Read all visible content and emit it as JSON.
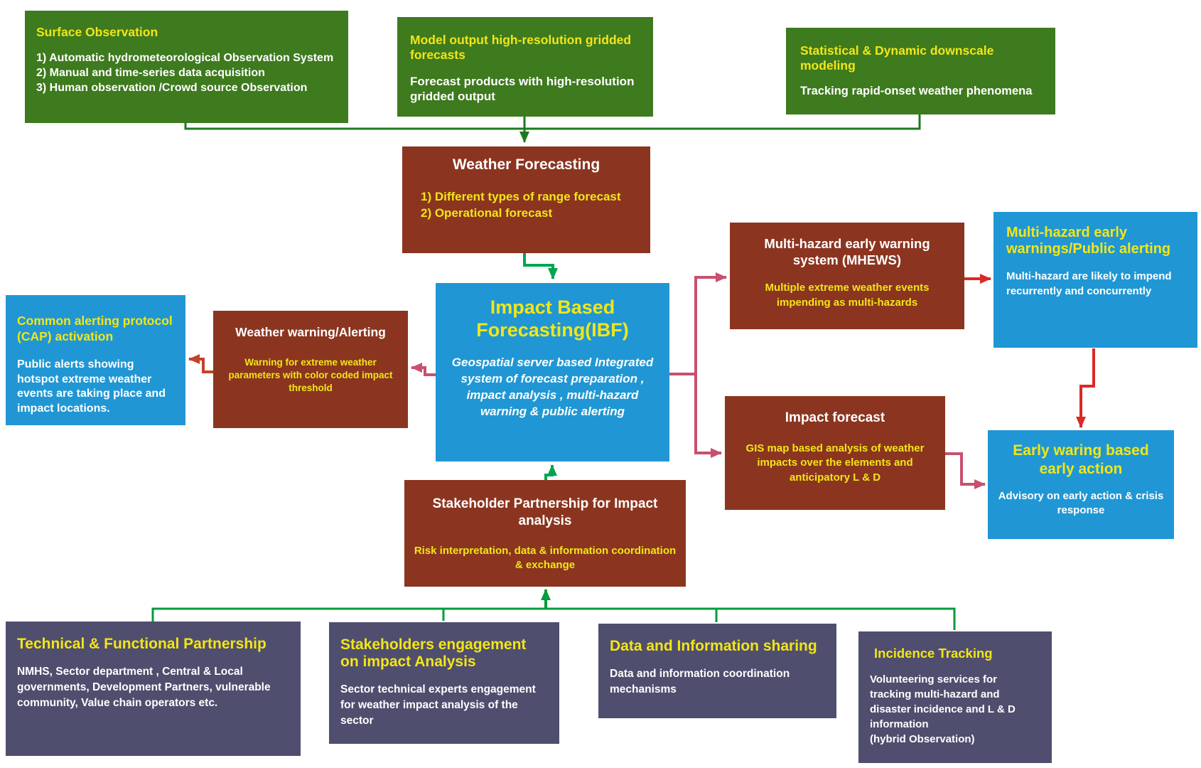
{
  "palette": {
    "box_green": "#3E7A1E",
    "box_maroon": "#8B3520",
    "box_blue": "#2097D4",
    "box_slate": "#504E6E",
    "text_yellow": "#F2E617",
    "arrow_dark_green": "#1E7A1E",
    "arrow_bright_green": "#00A550",
    "arrow_bus_green": "#009B3C",
    "arrow_rose": "#C8506E",
    "arrow_orange_red": "#C2432B",
    "arrow_red": "#D92A25"
  },
  "nodes": {
    "surface_observation": {
      "title": "Surface Observation",
      "items": [
        "1) Automatic hydrometeorological Observation System",
        "2) Manual and time-series data acquisition",
        "3) Human observation /Crowd source Observation"
      ]
    },
    "model_output": {
      "title": "Model output high-resolution gridded forecasts",
      "body": "Forecast products with high-resolution gridded output"
    },
    "statistical_downscale": {
      "title": "Statistical & Dynamic downscale modeling",
      "body": "Tracking  rapid-onset weather phenomena"
    },
    "weather_forecasting": {
      "title": "Weather Forecasting",
      "items": [
        "1) Different types of range forecast",
        "2) Operational forecast"
      ]
    },
    "ibf": {
      "title": "Impact Based Forecasting(IBF)",
      "body": "Geospatial server based Integrated system of forecast preparation , impact analysis , multi-hazard warning & public alerting"
    },
    "weather_warning": {
      "title": "Weather warning/Alerting",
      "body": "Warning for extreme weather parameters with color coded impact threshold"
    },
    "cap_activation": {
      "title": "Common alerting protocol (CAP) activation",
      "body": "Public alerts showing hotspot extreme weather events are taking place and impact locations."
    },
    "mhews": {
      "title": "Multi-hazard early warning system (MHEWS)",
      "body": "Multiple extreme weather  events impending as  multi-hazards"
    },
    "multi_hazard_alerting": {
      "title": "Multi-hazard early warnings/Public alerting",
      "body": "Multi-hazard  are likely to impend recurrently and concurrently"
    },
    "impact_forecast": {
      "title": "Impact forecast",
      "body": "GIS map based analysis of weather impacts over the elements and anticipatory L & D"
    },
    "early_action": {
      "title": "Early waring based early action",
      "body": "Advisory on early action  & crisis response"
    },
    "stakeholder_partnership": {
      "title": "Stakeholder Partnership for Impact analysis",
      "body": "Risk interpretation, data & information coordination & exchange"
    },
    "technical_partnership": {
      "title": "Technical  & Functional Partnership",
      "body": "NMHS, Sector department , Central &  Local governments, Development Partners, vulnerable community, Value chain operators etc."
    },
    "stakeholders_engagement": {
      "title": "Stakeholders engagement on impact  Analysis",
      "body": "Sector technical experts engagement for weather impact analysis of the sector"
    },
    "data_sharing": {
      "title": "Data and Information sharing",
      "body": "Data and information coordination mechanisms"
    },
    "incidence_tracking": {
      "title": "Incidence Tracking",
      "items": [
        "Volunteering services for tracking multi-hazard and disaster incidence and L & D information",
        "(hybrid Observation)"
      ]
    }
  }
}
